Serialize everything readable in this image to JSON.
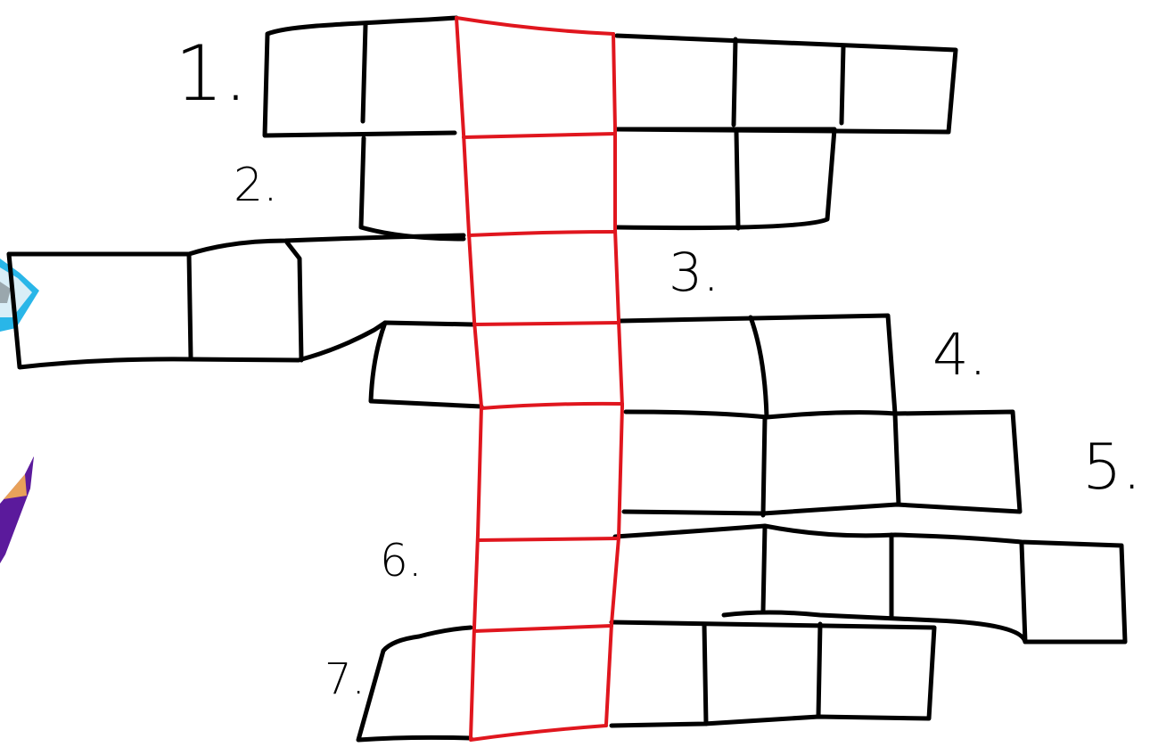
{
  "crossword": {
    "clue_numbers": [
      "1.",
      "2.",
      "3.",
      "4.",
      "5.",
      "6.",
      "7."
    ]
  },
  "colors": {
    "grid_lines": "#000000",
    "solution_column": "#e0161e",
    "eraser_blue": "#29b6e8",
    "pencil_purple": "#5b1a9c",
    "pencil_wood": "#e8a15a"
  },
  "icons": [
    "eraser-icon",
    "pencil-icon"
  ]
}
